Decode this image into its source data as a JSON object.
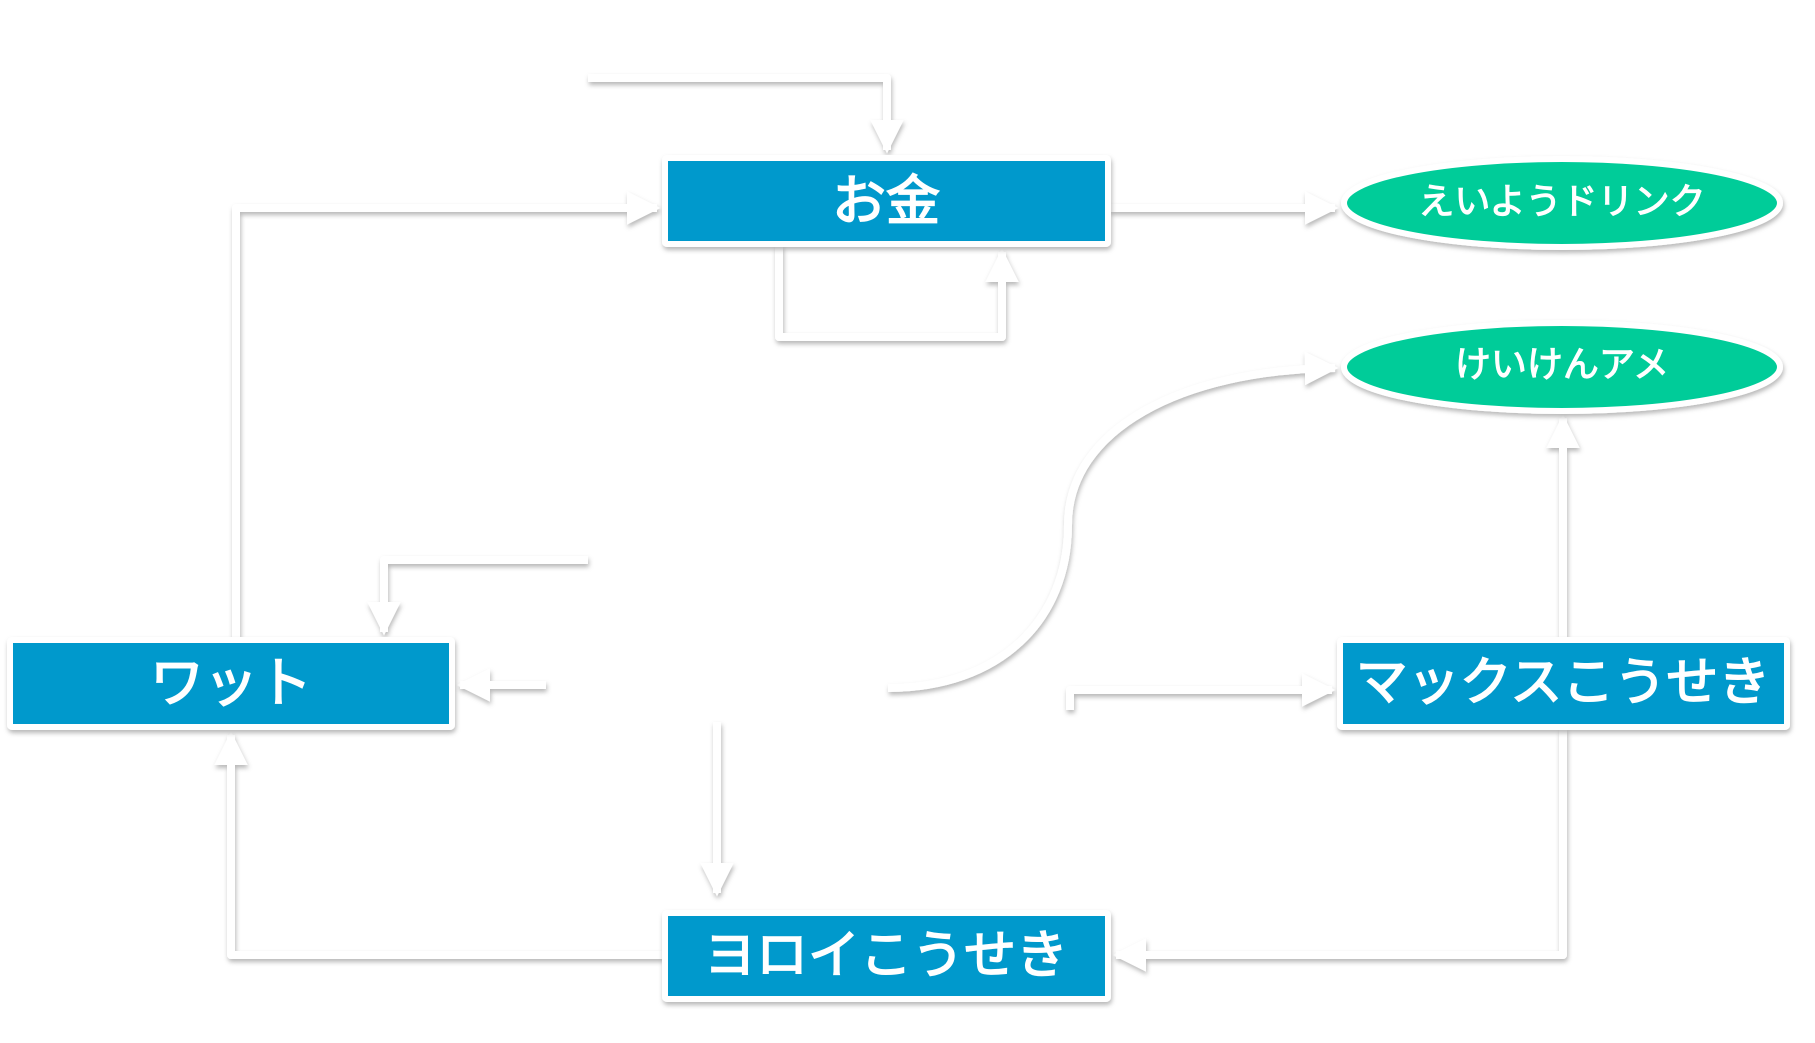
{
  "diagram": {
    "colors": {
      "box_fill": "#0099CC",
      "ellipse_fill": "#00CC99",
      "border": "#FFFFFF",
      "edge": "#FFFFFF",
      "background": "#FFFFFF",
      "text": "#FFFFFF"
    },
    "nodes": [
      {
        "id": "money",
        "label": "お金",
        "shape": "rect"
      },
      {
        "id": "nutrient_drink",
        "label": "えいようドリンク",
        "shape": "ellipse"
      },
      {
        "id": "exp_candy",
        "label": "けいけんアメ",
        "shape": "ellipse"
      },
      {
        "id": "watt",
        "label": "ワット",
        "shape": "rect"
      },
      {
        "id": "max_mushroom",
        "label": "マックスこうせき",
        "shape": "rect"
      },
      {
        "id": "armor_ore",
        "label": "ヨロイこうせき",
        "shape": "rect"
      }
    ],
    "edges": [
      {
        "from": "external_top",
        "to": "money"
      },
      {
        "from": "watt",
        "to": "money"
      },
      {
        "from": "money",
        "to": "money"
      },
      {
        "from": "money",
        "to": "nutrient_drink"
      },
      {
        "from": "center",
        "to": "exp_candy"
      },
      {
        "from": "max_mushroom",
        "to": "exp_candy"
      },
      {
        "from": "external_mid",
        "to": "watt"
      },
      {
        "from": "center",
        "to": "watt"
      },
      {
        "from": "center",
        "to": "max_mushroom"
      },
      {
        "from": "center",
        "to": "armor_ore"
      },
      {
        "from": "max_mushroom",
        "to": "armor_ore"
      },
      {
        "from": "armor_ore",
        "to": "watt"
      }
    ]
  }
}
